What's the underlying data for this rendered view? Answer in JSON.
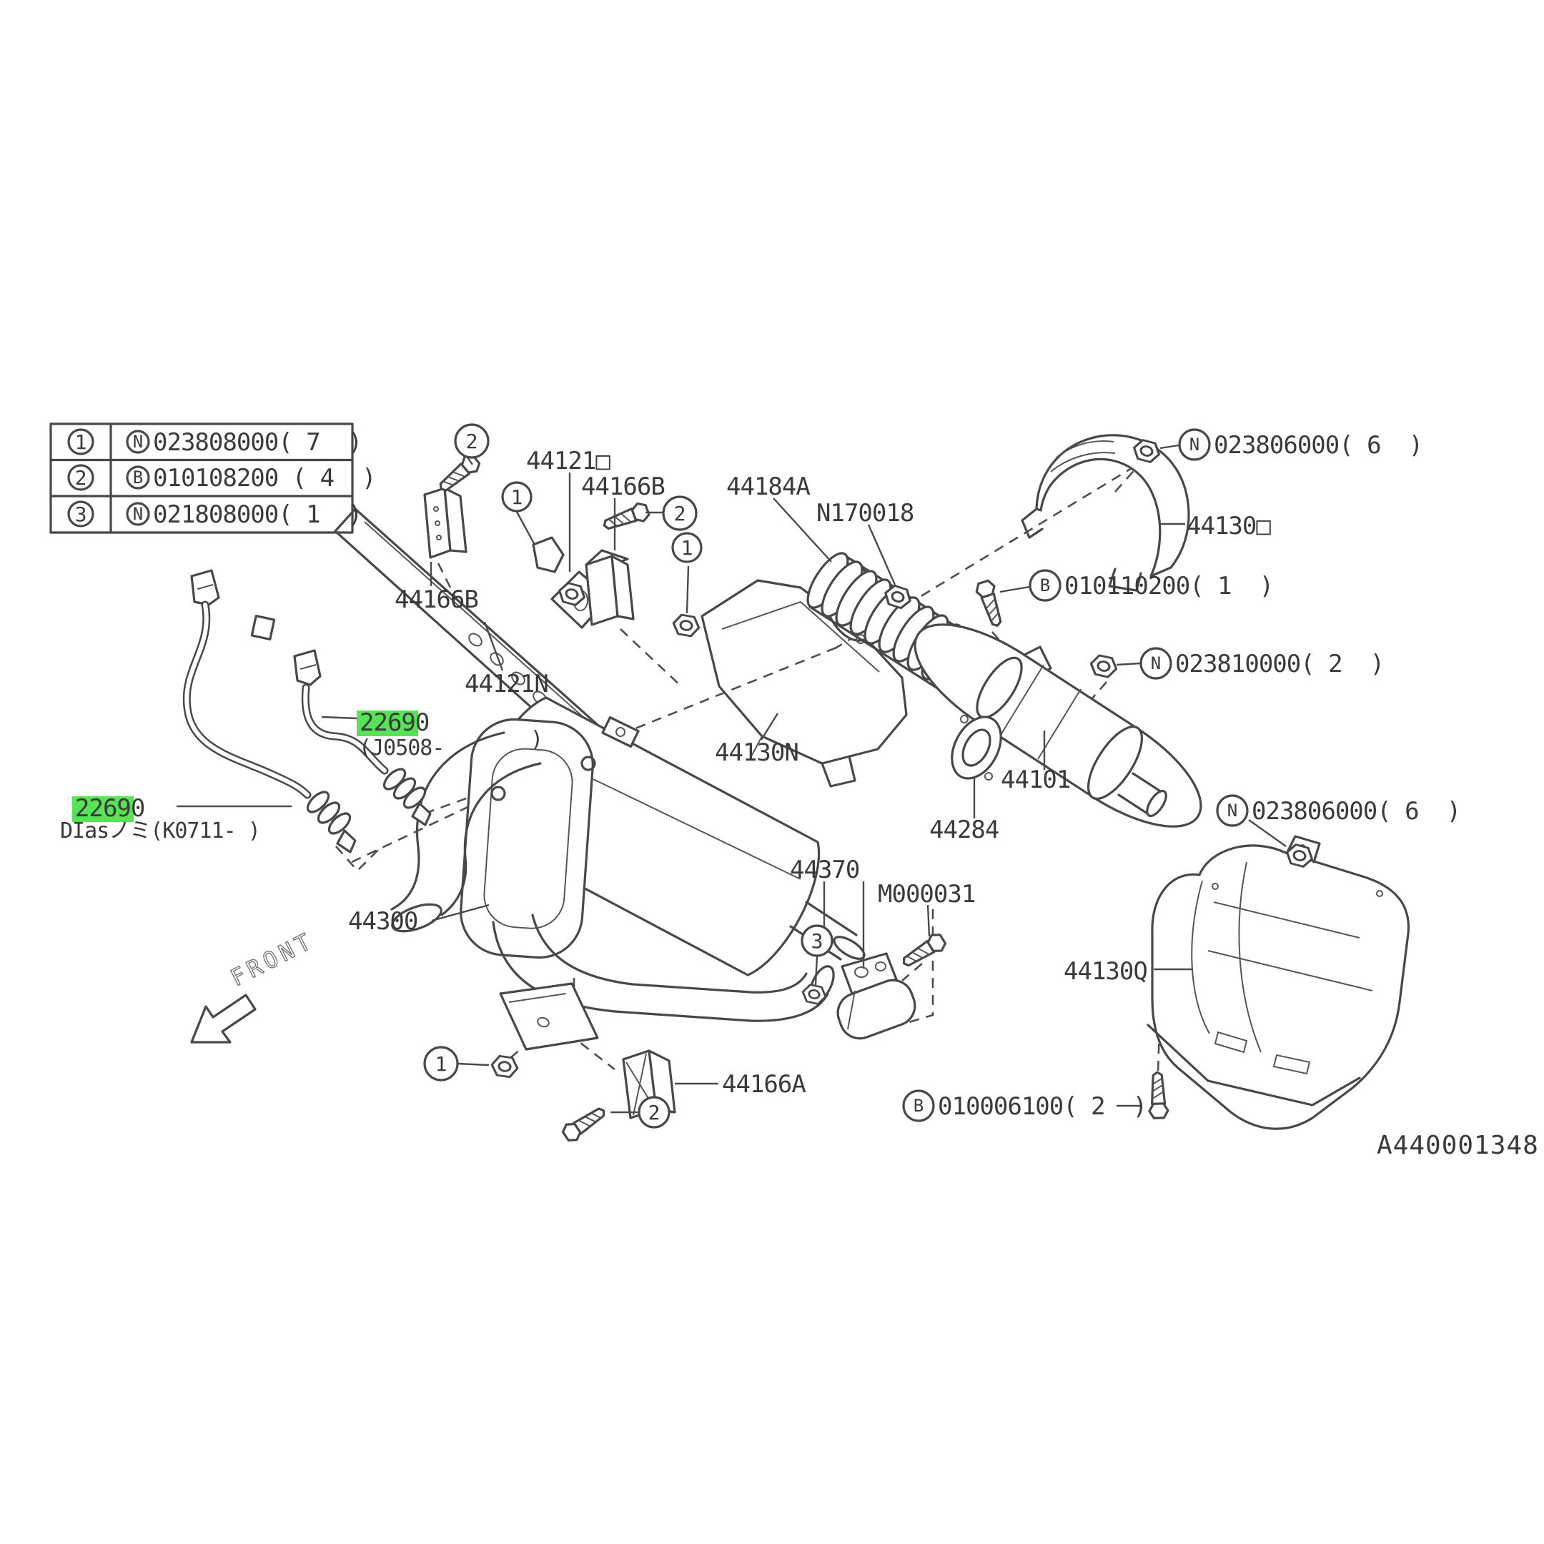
{
  "legend": {
    "rows": [
      {
        "num": "1",
        "letter": "N",
        "code": "023808000( 7  )"
      },
      {
        "num": "2",
        "letter": "B",
        "code": "010108200 ( 4  )"
      },
      {
        "num": "3",
        "letter": "N",
        "code": "021808000( 1  )"
      }
    ]
  },
  "callouts": {
    "n_top_right": {
      "letter": "N",
      "code": "023806000( 6  )"
    },
    "b_mid_right": {
      "letter": "B",
      "code": "010110200( 1  )"
    },
    "n_mid_right": {
      "letter": "N",
      "code": "023810000( 2  )"
    },
    "n_bot_right": {
      "letter": "N",
      "code": "023806000( 6  )"
    },
    "b_bottom": {
      "letter": "B",
      "code": "010006100( 2  )"
    }
  },
  "labels": {
    "p44121": "44121□",
    "p44166b_top": "44166B",
    "p44184a": "44184A",
    "n170018": "N170018",
    "p44130_top": "44130□",
    "p44166b_left": "44166B",
    "p44121n": "44121N",
    "p44130n": "44130N",
    "p44101": "44101",
    "p44284": "44284",
    "p22690_a": "22690",
    "j0508": "(J0508-",
    "j0508_close": ")",
    "p22690_b": "22690",
    "k0711": "DIasノミ(K0711- )",
    "p44300": "44300",
    "p44370": "44370",
    "m000031": "M000031",
    "p44166a": "44166A",
    "p44130q": "44130Q",
    "front": "FRONT",
    "watermark": "A440001348"
  },
  "markers": {
    "one": "1",
    "two": "2",
    "three": "3"
  },
  "colors": {
    "highlight": "#57e257",
    "line": "#484848",
    "text": "#3a3a3a",
    "watermark": "#a2a2a2"
  }
}
